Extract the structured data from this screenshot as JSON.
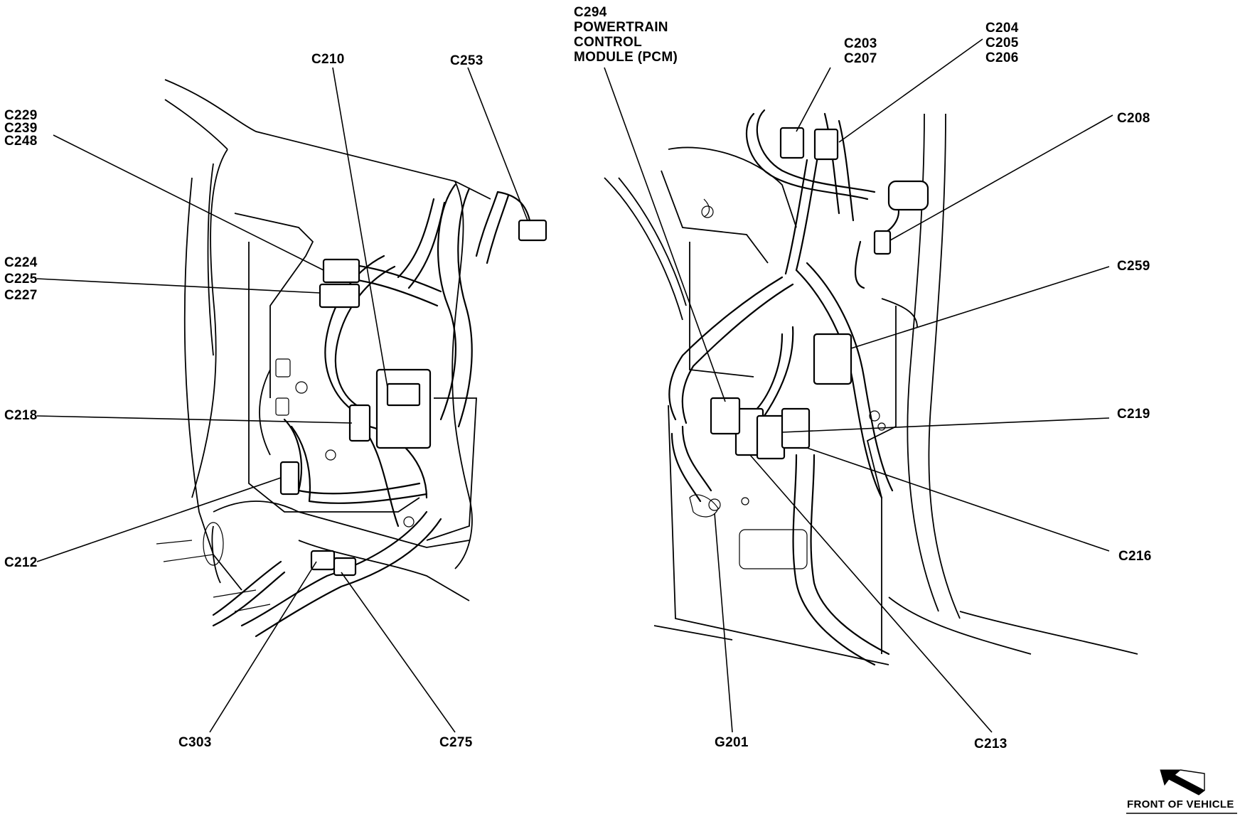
{
  "labels": {
    "c294": [
      "C294",
      "POWERTRAIN",
      "CONTROL",
      "MODULE (PCM)"
    ],
    "c203": [
      "C203",
      "C207"
    ],
    "c204": [
      "C204",
      "C205",
      "C206"
    ],
    "c208": "C208",
    "c259": "C259",
    "c219": "C219",
    "c216": "C216",
    "c213": "C213",
    "g201": "G201",
    "c210": "C210",
    "c253": "C253",
    "c229": [
      "C229",
      "C239",
      "C248"
    ],
    "c224": [
      "C224",
      "C225",
      "C227"
    ],
    "c218": "C218",
    "c212": "C212",
    "c303": "C303",
    "c275": "C275"
  },
  "footer": {
    "front_of_vehicle": "FRONT OF VEHICLE",
    "arrow_icon": "front-direction-arrow-icon"
  }
}
